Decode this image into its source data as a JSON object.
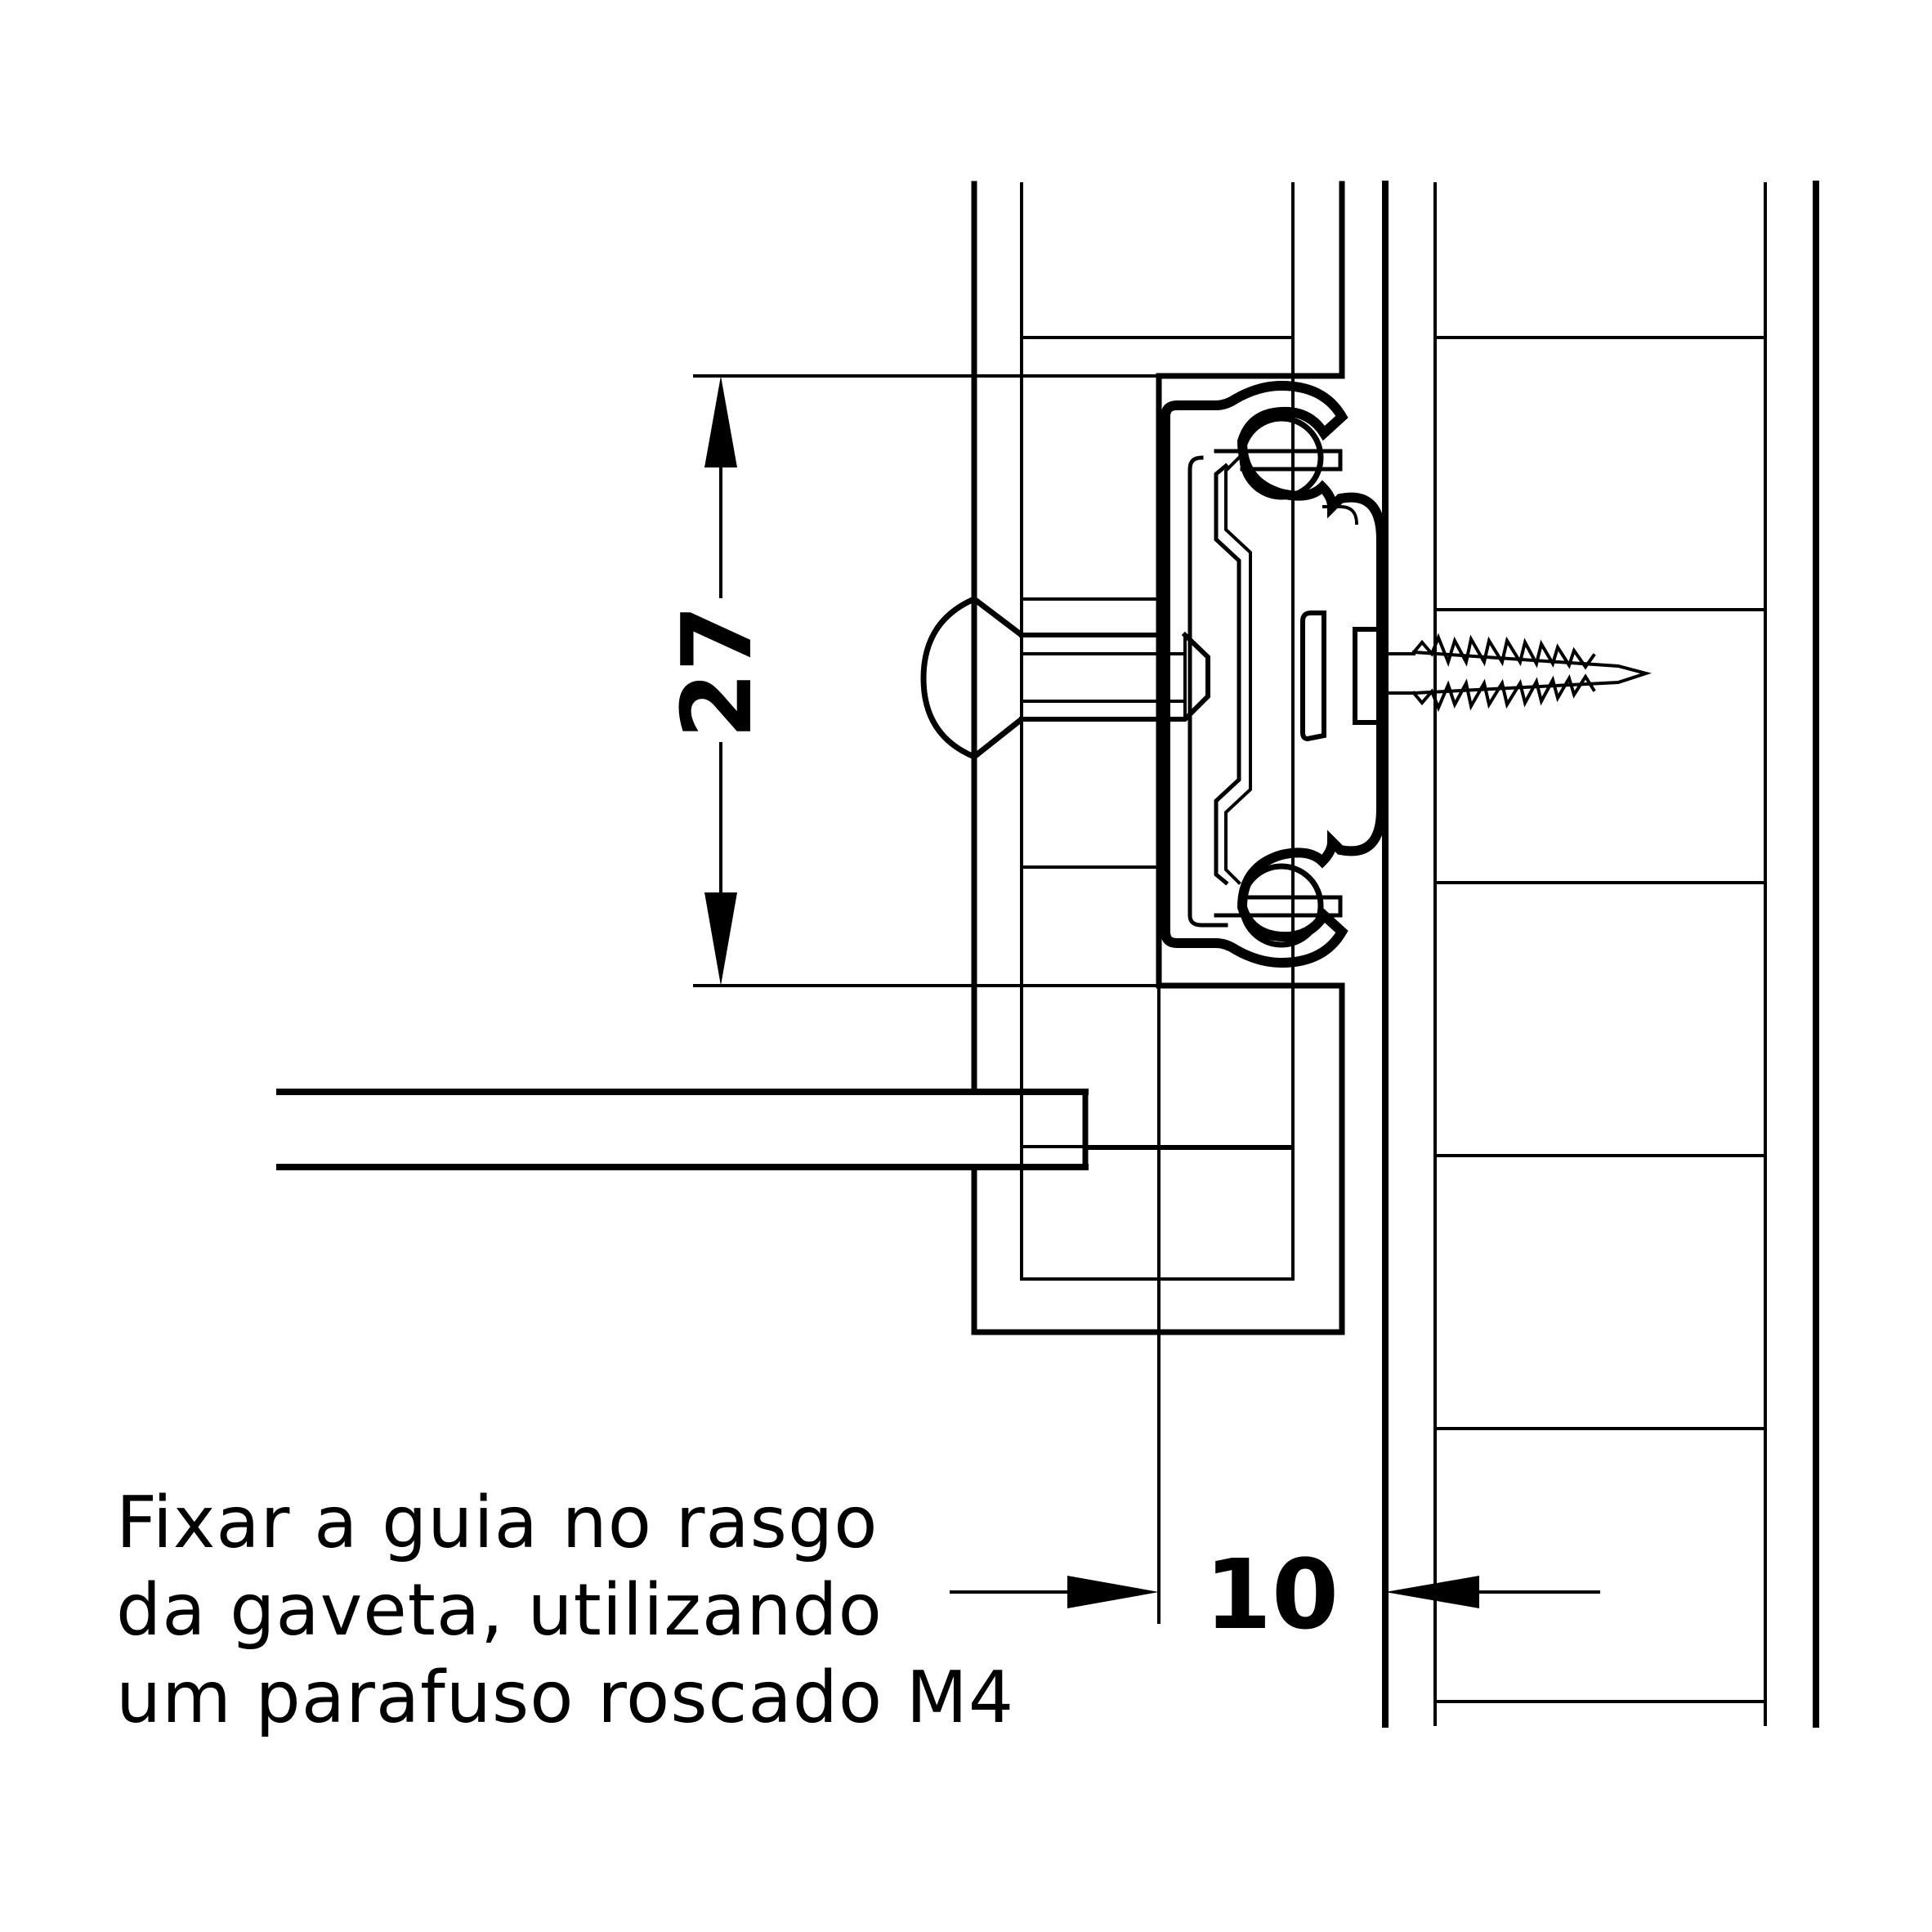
{
  "dimensions": {
    "height_label": "27",
    "offset_label": "10"
  },
  "note": {
    "lines": [
      "Fixar a guia no rasgo",
      "da gaveta, utilizando",
      "um parafuso roscado M4"
    ]
  },
  "colors": {
    "line": "#000000",
    "background": "#ffffff"
  }
}
